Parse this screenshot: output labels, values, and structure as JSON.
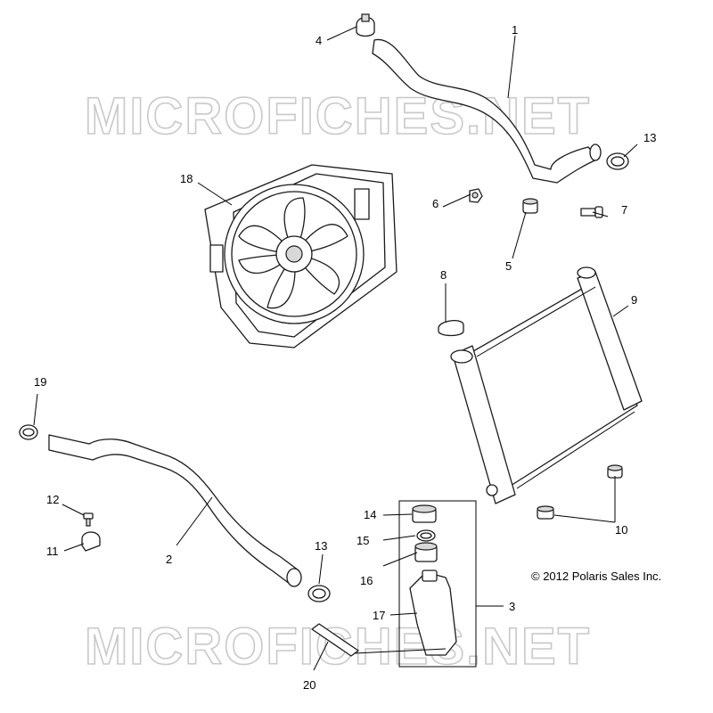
{
  "watermark": {
    "text": "MICROFICHES.NET"
  },
  "copyright": "© 2012 Polaris Sales Inc.",
  "callouts": {
    "c1": "1",
    "c2": "2",
    "c3": "3",
    "c4": "4",
    "c5": "5",
    "c6": "6",
    "c7": "7",
    "c8": "8",
    "c9": "9",
    "c10": "10",
    "c11": "11",
    "c12": "12",
    "c13a": "13",
    "c13b": "13",
    "c14": "14",
    "c15": "15",
    "c16": "16",
    "c17": "17",
    "c18": "18",
    "c19": "19",
    "c20": "20"
  }
}
